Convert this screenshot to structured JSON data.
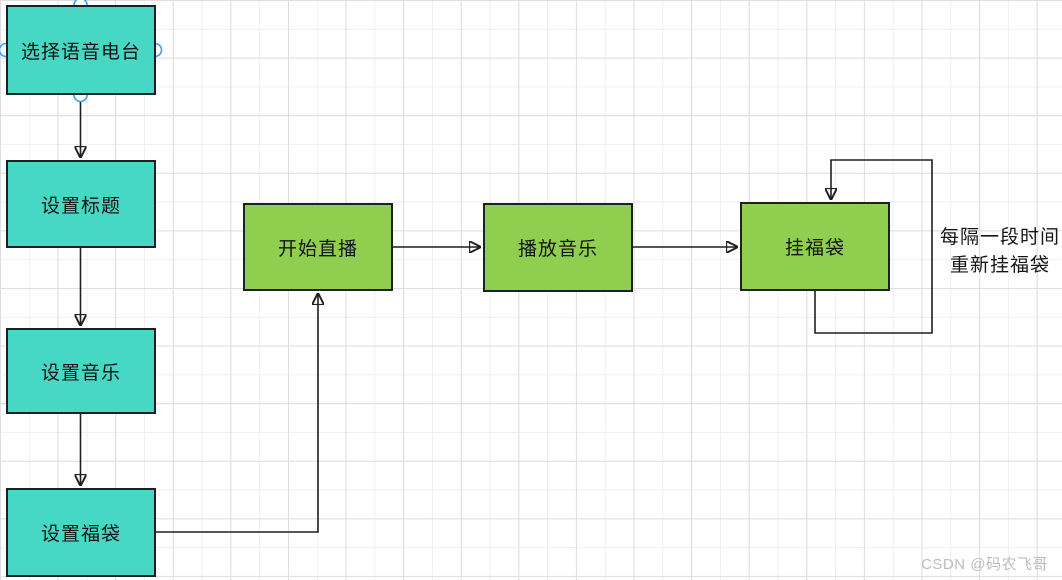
{
  "diagram": {
    "nodes": [
      {
        "id": "select-voice-radio",
        "label": "选择语音电台",
        "shape": "rect",
        "color": "#47d8c5",
        "selected": true
      },
      {
        "id": "set-title",
        "label": "设置标题",
        "shape": "rect",
        "color": "#47d8c5",
        "selected": false
      },
      {
        "id": "set-music",
        "label": "设置音乐",
        "shape": "rect",
        "color": "#47d8c5",
        "selected": false
      },
      {
        "id": "set-lucky-bag",
        "label": "设置福袋",
        "shape": "rect",
        "color": "#47d8c5",
        "selected": false
      },
      {
        "id": "start-live",
        "label": "开始直播",
        "shape": "rect",
        "color": "#90ce50",
        "selected": false
      },
      {
        "id": "play-music",
        "label": "播放音乐",
        "shape": "rect",
        "color": "#90ce50",
        "selected": false
      },
      {
        "id": "hang-lucky-bag",
        "label": "挂福袋",
        "shape": "rect",
        "color": "#90ce50",
        "selected": false
      }
    ],
    "connectors": [
      {
        "from": "select-voice-radio",
        "to": "set-title"
      },
      {
        "from": "set-title",
        "to": "set-music"
      },
      {
        "from": "set-music",
        "to": "set-lucky-bag"
      },
      {
        "from": "set-lucky-bag",
        "to": "start-live"
      },
      {
        "from": "start-live",
        "to": "play-music"
      },
      {
        "from": "play-music",
        "to": "hang-lucky-bag"
      },
      {
        "from": "hang-lucky-bag",
        "to": "hang-lucky-bag",
        "note": "self-loop"
      }
    ],
    "annotation": {
      "line1": "每隔一段时间",
      "line2": "重新挂福袋"
    },
    "watermark": "CSDN @码农飞哥",
    "colors": {
      "node_teal": "#47d8c5",
      "node_green": "#90ce50",
      "node_border": "#1c2126",
      "connector": "#1f1f1f",
      "handle_stroke": "#3d9df6",
      "grid_major": "#dedede",
      "grid_minor": "#efefef"
    }
  }
}
